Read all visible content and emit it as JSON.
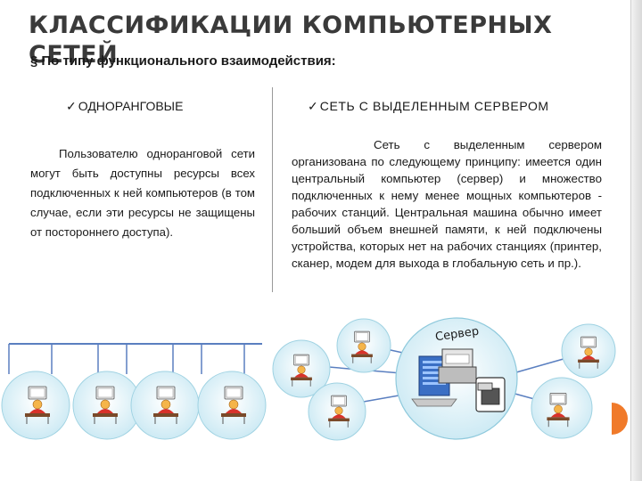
{
  "slide": {
    "title": "КЛАССИФИКАЦИИ КОМПЬЮТЕРНЫХ СЕТЕЙ",
    "subtitle": "По типу функционального взаимодействия:",
    "subtitle_bullet": "§",
    "check_mark": "✓",
    "left": {
      "heading": "ОДНОРАНГОВЫЕ",
      "text": "Пользователю одноранговой сети могут быть доступны ресурсы всех подключенных к ней компьютеров (в том случае, если эти ресурсы не защищены от постороннего доступа)."
    },
    "right": {
      "heading": "СЕТЬ С ВЫДЕЛЕННЫМ СЕРВЕРОМ",
      "text": "Сеть с выделенным сервером организована по следующему принципу: имеется один центральный компьютер (сервер) и множество подключенных к нему менее мощных компьютеров - рабочих станций. Центральная машина обычно имеет больший объем внешней памяти, к ней подключены устройства, которых нет на рабочих станциях (принтер, сканер, модем для выхода в глобальную сеть и пр.)."
    },
    "server_label": "Сервер",
    "colors": {
      "title": "#3a3a3a",
      "bubble": "#d8f0f7",
      "bubble_edge": "#8ec9dc",
      "cable": "#5a7fc0",
      "accent": "#f07a2a"
    },
    "icons": [
      "workstation-icon",
      "server-icon",
      "printer-icon",
      "fax-icon"
    ]
  }
}
